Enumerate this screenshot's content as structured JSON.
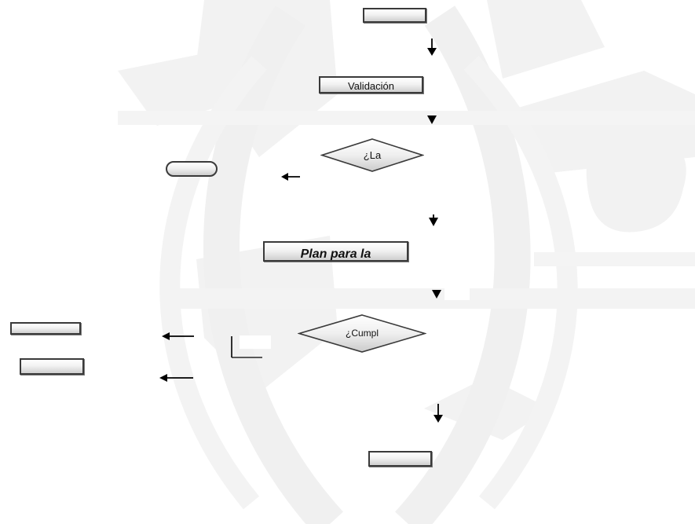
{
  "diagram": {
    "process_boxes": [
      {
        "id": "start-box",
        "label": ""
      },
      {
        "id": "validation-box",
        "label": "Validación"
      },
      {
        "id": "plan-box",
        "label": "Plan para la"
      },
      {
        "id": "end-box",
        "label": ""
      },
      {
        "id": "left-box-1",
        "label": ""
      },
      {
        "id": "left-box-2",
        "label": ""
      }
    ],
    "decisions": [
      {
        "id": "decision-1",
        "label": "¿La"
      },
      {
        "id": "decision-2",
        "label": "¿Cumpl"
      }
    ],
    "terminal": {
      "label": ""
    }
  },
  "colors": {
    "box_border": "#3a3a3a",
    "box_fill_top": "#ffffff",
    "box_fill_bottom": "#cfcfcf",
    "arrow": "#000000",
    "watermark": "#f1f1f1"
  }
}
